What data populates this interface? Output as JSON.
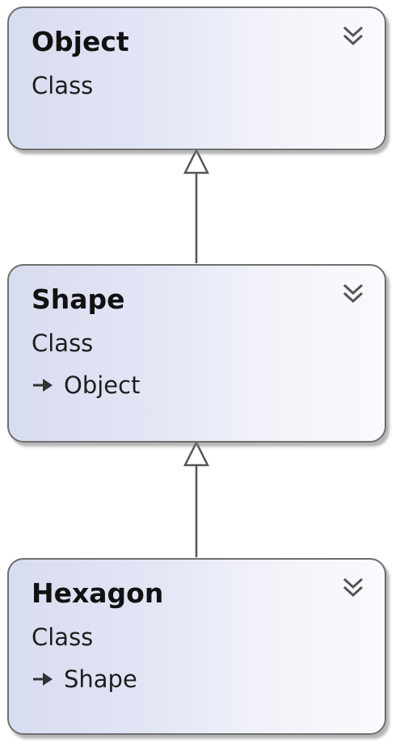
{
  "diagram": {
    "classes": [
      {
        "name": "Object",
        "kind": "Class",
        "base": ""
      },
      {
        "name": "Shape",
        "kind": "Class",
        "base": "Object"
      },
      {
        "name": "Hexagon",
        "kind": "Class",
        "base": "Shape"
      }
    ],
    "relationship": "inheritance",
    "icons": {
      "collapse": "double-chevron-down-icon",
      "inheritance": "inheritance-arrow-icon"
    },
    "colors": {
      "box_gradient_start": "#d8dcef",
      "box_gradient_end": "#fafafd",
      "border": "#6e6e6e",
      "connector": "#555555"
    }
  }
}
